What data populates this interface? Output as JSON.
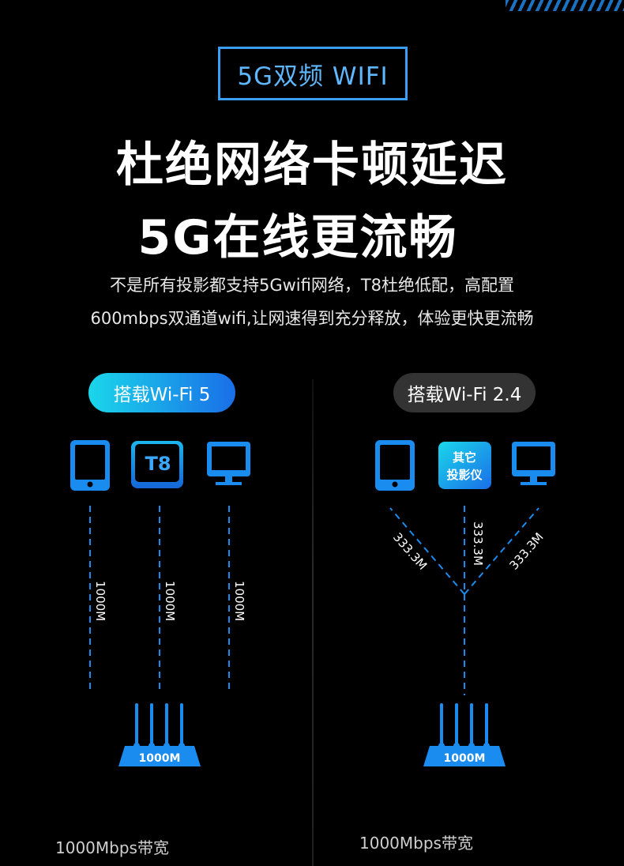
{
  "badge": {
    "label": "5G双频 WIFI"
  },
  "headline": {
    "line1": "杜绝网络卡顿延迟",
    "line2": "5G在线更流畅"
  },
  "description": {
    "line1": "不是所有投影都支持5Gwifi网络，T8杜绝低配，高配置",
    "line2": "600mbps双通道wifi,让网速得到充分释放，体验更快更流畅"
  },
  "left_panel": {
    "pill": "搭载Wi-Fi 5",
    "center_device": "T8",
    "link_speed": "1000M",
    "router_label": "1000M",
    "bandwidth": "1000Mbps带宽"
  },
  "right_panel": {
    "pill": "搭载Wi-Fi 2.4",
    "center_device_line1": "其它",
    "center_device_line2": "投影仪",
    "link_speed": "333.3M",
    "router_label": "1000M",
    "bandwidth": "1000Mbps带宽"
  },
  "colors": {
    "accent": "#1a8cf0",
    "accent_light": "#3b9ef0",
    "cyan": "#1ad7ea"
  }
}
